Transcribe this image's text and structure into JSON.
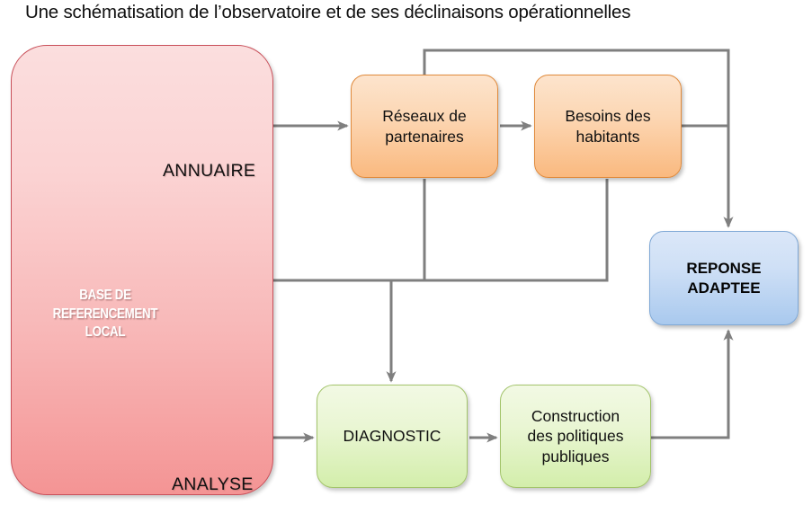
{
  "title": "Une schématisation de l’observatoire et de ses déclinaisons opérationnelles",
  "colors": {
    "pink_fill_top": "#fbdede",
    "pink_fill_bottom": "#f49494",
    "pink_border": "#c9505a",
    "orange_fill_top": "#fde4cd",
    "orange_fill_bottom": "#fab97f",
    "orange_border": "#e08a3c",
    "green_fill_top": "#f2f9e4",
    "green_fill_bottom": "#d3eeab",
    "green_border": "#a3c46b",
    "blue_fill_top": "#dbe7f8",
    "blue_fill_bottom": "#a9c9ee",
    "blue_border": "#7fa8d6",
    "connector": "#7f7f7f",
    "background": "#ffffff",
    "base_text": "#ffffff"
  },
  "nodes": {
    "base": {
      "label": "BASE DE\nREFERENCEMENT\nLOCAL",
      "type": "container",
      "color": "pink"
    },
    "annuaire": {
      "label": "ANNUAIRE",
      "type": "inner-label",
      "color": "pink"
    },
    "analyse": {
      "label": "ANALYSE",
      "type": "inner-label",
      "color": "pink"
    },
    "reseaux": {
      "label": "Réseaux de\npartenaires",
      "type": "process",
      "color": "orange"
    },
    "besoins": {
      "label": "Besoins des\nhabitants",
      "type": "process",
      "color": "orange"
    },
    "diagnostic": {
      "label": "DIAGNOSTIC",
      "type": "process",
      "color": "green"
    },
    "construction": {
      "label": "Construction\ndes politiques\npubliques",
      "type": "process",
      "color": "green"
    },
    "reponse": {
      "label": "REPONSE\nADAPTEE",
      "type": "outcome",
      "color": "blue"
    }
  },
  "connections": [
    {
      "from": "base",
      "to": "annuaire",
      "style": "bracket"
    },
    {
      "from": "base",
      "to": "analyse",
      "style": "bracket"
    },
    {
      "from": "annuaire",
      "to": "reseaux",
      "style": "arrow-right"
    },
    {
      "from": "reseaux",
      "to": "besoins",
      "style": "arrow-right"
    },
    {
      "from": "reseaux",
      "to": "reponse",
      "style": "elbow-top-right-down-arrow"
    },
    {
      "from": "besoins",
      "to": "reponse",
      "style": "elbow-right-down-arrow"
    },
    {
      "from": "besoins",
      "to": "base",
      "style": "elbow-down-left-arrow"
    },
    {
      "from": "reseaux",
      "to": "diagnostic",
      "style": "elbow-down-arrow"
    },
    {
      "from": "analyse",
      "to": "diagnostic",
      "style": "arrow-right"
    },
    {
      "from": "diagnostic",
      "to": "construction",
      "style": "arrow-right"
    },
    {
      "from": "construction",
      "to": "reponse",
      "style": "elbow-right-up-arrow"
    }
  ]
}
